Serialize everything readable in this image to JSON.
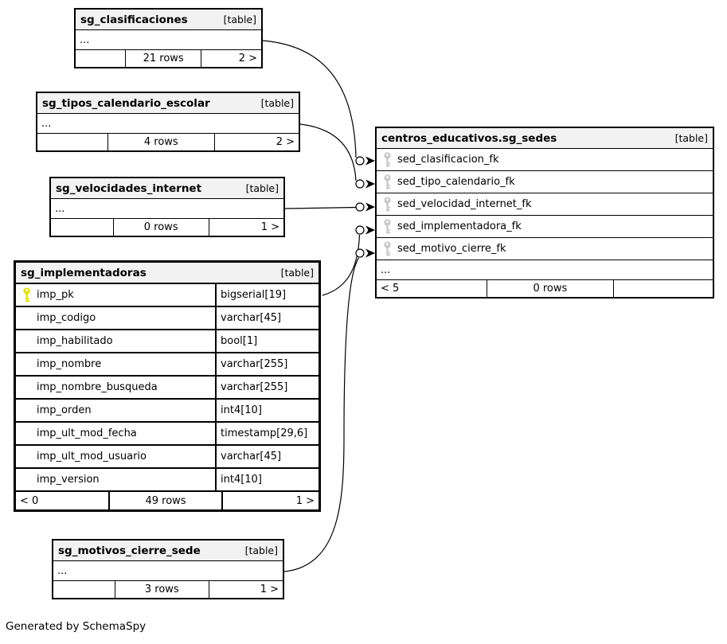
{
  "generated_by": "Generated by SchemaSpy",
  "colors": {
    "primary_key": "#e2e200",
    "foreign_key": "#c9c9c9",
    "header_bg": "#f2f2f2",
    "border": "#000000"
  },
  "tables": {
    "clasificaciones": {
      "name": "sg_clasificaciones",
      "tag": "[table]",
      "ellipsis": "...",
      "footer": {
        "left": "",
        "center": "21 rows",
        "right": "2 >"
      }
    },
    "tipos_calendario": {
      "name": "sg_tipos_calendario_escolar",
      "tag": "[table]",
      "ellipsis": "...",
      "footer": {
        "left": "",
        "center": "4 rows",
        "right": "2 >"
      }
    },
    "velocidades": {
      "name": "sg_velocidades_internet",
      "tag": "[table]",
      "ellipsis": "...",
      "footer": {
        "left": "",
        "center": "0 rows",
        "right": "1 >"
      }
    },
    "implementadoras": {
      "name": "sg_implementadoras",
      "tag": "[table]",
      "columns": [
        {
          "name": "imp_pk",
          "type": "bigserial[19]",
          "key": "primary"
        },
        {
          "name": "imp_codigo",
          "type": "varchar[45]",
          "key": ""
        },
        {
          "name": "imp_habilitado",
          "type": "bool[1]",
          "key": ""
        },
        {
          "name": "imp_nombre",
          "type": "varchar[255]",
          "key": ""
        },
        {
          "name": "imp_nombre_busqueda",
          "type": "varchar[255]",
          "key": ""
        },
        {
          "name": "imp_orden",
          "type": "int4[10]",
          "key": ""
        },
        {
          "name": "imp_ult_mod_fecha",
          "type": "timestamp[29,6]",
          "key": ""
        },
        {
          "name": "imp_ult_mod_usuario",
          "type": "varchar[45]",
          "key": ""
        },
        {
          "name": "imp_version",
          "type": "int4[10]",
          "key": ""
        }
      ],
      "footer": {
        "left": "< 0",
        "center": "49 rows",
        "right": "1 >"
      }
    },
    "sedes": {
      "name": "centros_educativos.sg_sedes",
      "tag": "[table]",
      "columns": [
        {
          "name": "sed_clasificacion_fk",
          "key": "foreign"
        },
        {
          "name": "sed_tipo_calendario_fk",
          "key": "foreign"
        },
        {
          "name": "sed_velocidad_internet_fk",
          "key": "foreign"
        },
        {
          "name": "sed_implementadora_fk",
          "key": "foreign"
        },
        {
          "name": "sed_motivo_cierre_fk",
          "key": "foreign"
        }
      ],
      "ellipsis": "...",
      "footer": {
        "left": "< 5",
        "center": "0 rows",
        "right": ""
      }
    },
    "motivos_cierre": {
      "name": "sg_motivos_cierre_sede",
      "tag": "[table]",
      "ellipsis": "...",
      "footer": {
        "left": "",
        "center": "3 rows",
        "right": "1 >"
      }
    }
  }
}
